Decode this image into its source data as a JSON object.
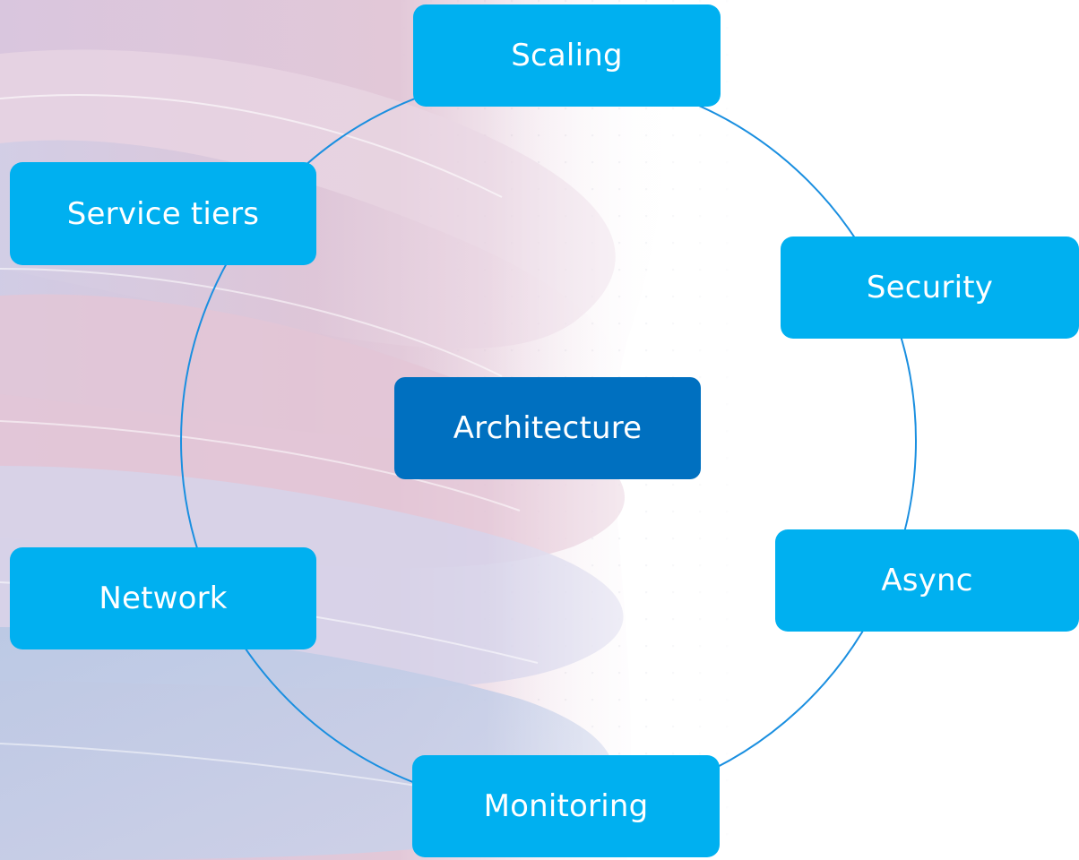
{
  "diagram": {
    "center": {
      "label": "Architecture",
      "color": "#0070c0"
    },
    "satellites": [
      {
        "id": "scaling",
        "label": "Scaling"
      },
      {
        "id": "security",
        "label": "Security"
      },
      {
        "id": "async",
        "label": "Async"
      },
      {
        "id": "monitoring",
        "label": "Monitoring"
      },
      {
        "id": "network",
        "label": "Network"
      },
      {
        "id": "service-tiers",
        "label": "Service tiers"
      }
    ],
    "colors": {
      "satellite": "#00b0f0",
      "hub": "#0070c0",
      "ring": "#1a8fe0"
    }
  }
}
